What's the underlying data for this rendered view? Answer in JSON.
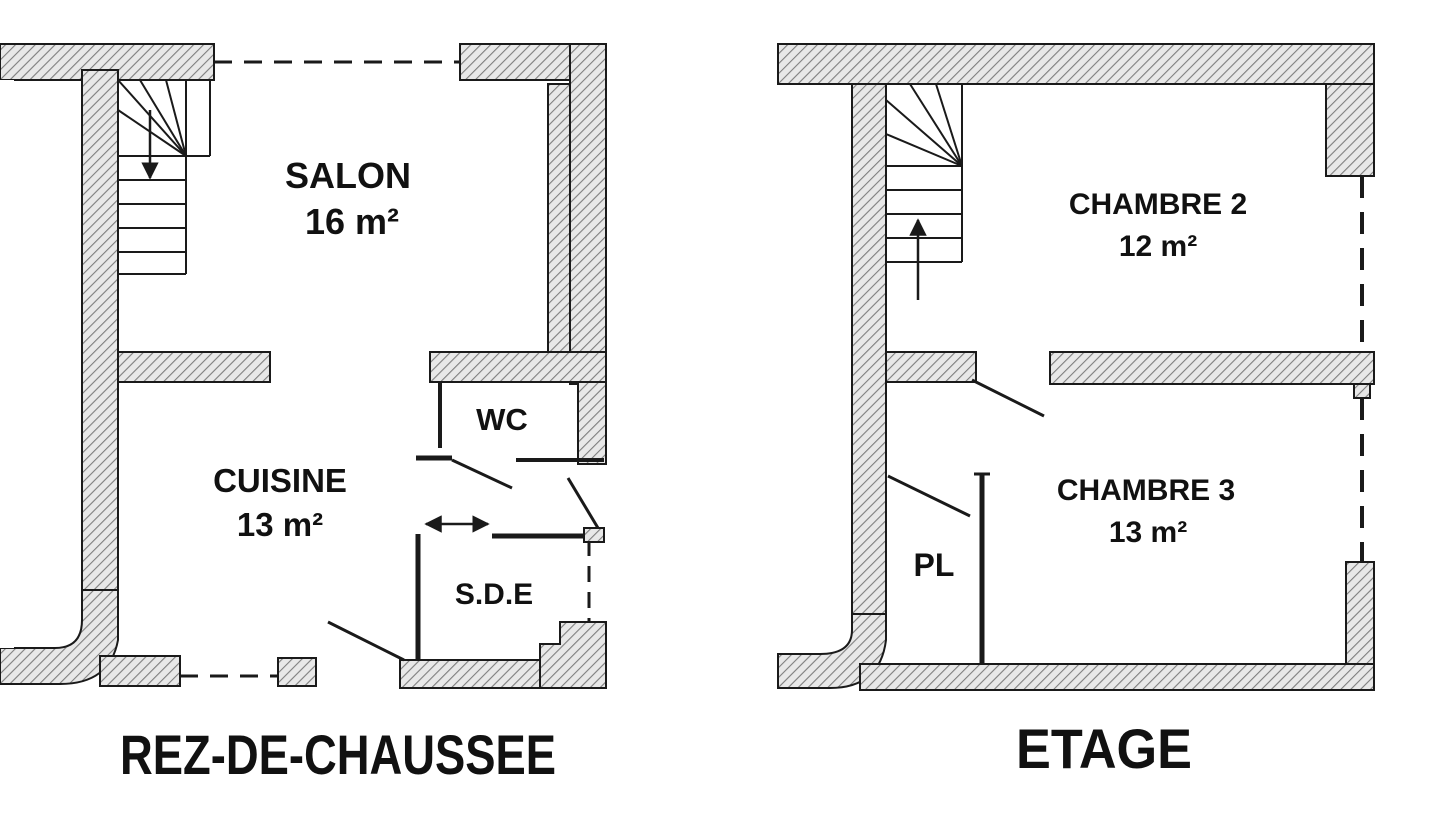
{
  "ground_floor": {
    "title": "REZ-DE-CHAUSSEE",
    "rooms": {
      "salon": {
        "name": "SALON",
        "area": "16 m²"
      },
      "cuisine": {
        "name": "CUISINE",
        "area": "13 m²"
      },
      "wc": {
        "name": "WC"
      },
      "sde": {
        "name": "S.D.E"
      }
    }
  },
  "upper_floor": {
    "title": "ETAGE",
    "rooms": {
      "chambre2": {
        "name": "CHAMBRE 2",
        "area": "12 m²"
      },
      "chambre3": {
        "name": "CHAMBRE 3",
        "area": "13 m²"
      },
      "pl": {
        "name": "PL"
      }
    }
  },
  "colors": {
    "wall_outline": "#1a1a1a",
    "wall_hatch": "#8a8a8a",
    "wall_fill": "#e6e6e6",
    "text": "#111111"
  }
}
